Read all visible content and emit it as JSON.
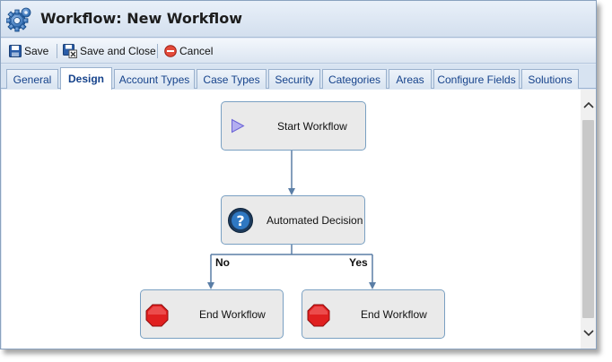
{
  "window": {
    "title": "Workflow: New Workflow"
  },
  "toolbar": {
    "save_label": "Save",
    "save_close_label": "Save and Close",
    "cancel_label": "Cancel"
  },
  "tabs": [
    {
      "label": "General",
      "active": false
    },
    {
      "label": "Design",
      "active": true
    },
    {
      "label": "Account Types",
      "active": false
    },
    {
      "label": "Case Types",
      "active": false
    },
    {
      "label": "Security",
      "active": false
    },
    {
      "label": "Categories",
      "active": false
    },
    {
      "label": "Areas",
      "active": false
    },
    {
      "label": "Configure Fields",
      "active": false
    },
    {
      "label": "Solutions",
      "active": false
    }
  ],
  "workflow": {
    "start": {
      "label": "Start Workflow"
    },
    "decision": {
      "label": "Automated Decision"
    },
    "branch_no": {
      "label": "No"
    },
    "branch_yes": {
      "label": "Yes"
    },
    "end_no": {
      "label": "End Workflow"
    },
    "end_yes": {
      "label": "End Workflow"
    }
  },
  "colors": {
    "accent": "#15428b",
    "node_border": "#7aa0c2",
    "connector": "#5a7ea6",
    "stop": "#e02020",
    "play": "#8a84e0"
  }
}
